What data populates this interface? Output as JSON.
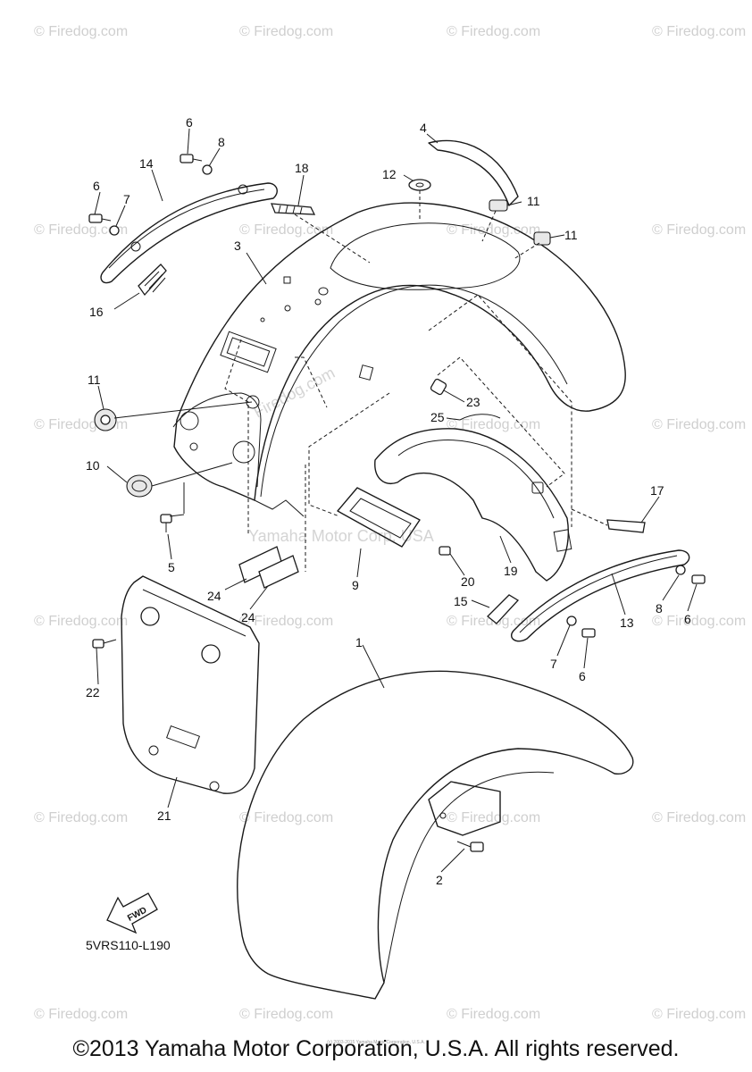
{
  "callouts": [
    {
      "label": "6"
    },
    {
      "label": "8"
    },
    {
      "label": "14"
    },
    {
      "label": "18"
    },
    {
      "label": "6"
    },
    {
      "label": "7"
    },
    {
      "label": "4"
    },
    {
      "label": "12"
    },
    {
      "label": "11"
    },
    {
      "label": "11"
    },
    {
      "label": "3"
    },
    {
      "label": "16"
    },
    {
      "label": "11"
    },
    {
      "label": "23"
    },
    {
      "label": "25"
    },
    {
      "label": "10"
    },
    {
      "label": "17"
    },
    {
      "label": "5"
    },
    {
      "label": "9"
    },
    {
      "label": "20"
    },
    {
      "label": "19"
    },
    {
      "label": "24"
    },
    {
      "label": "24"
    },
    {
      "label": "15"
    },
    {
      "label": "13"
    },
    {
      "label": "8"
    },
    {
      "label": "6"
    },
    {
      "label": "7"
    },
    {
      "label": "6"
    },
    {
      "label": "1"
    },
    {
      "label": "22"
    },
    {
      "label": "21"
    },
    {
      "label": "2"
    }
  ],
  "fwd_label": "FWD",
  "diagram_code": "5VRS110-L190",
  "watermark": "© Firedog.com",
  "center_watermark_1": "Firedog.com",
  "center_watermark_2": "Yamaha Motor Corp. USA",
  "tiny_notice": "(c) 2003-2015 Yamaha Motor Corporation, U.S.A.",
  "copyright": "©2013 Yamaha Motor Corporation, U.S.A. All rights reserved."
}
